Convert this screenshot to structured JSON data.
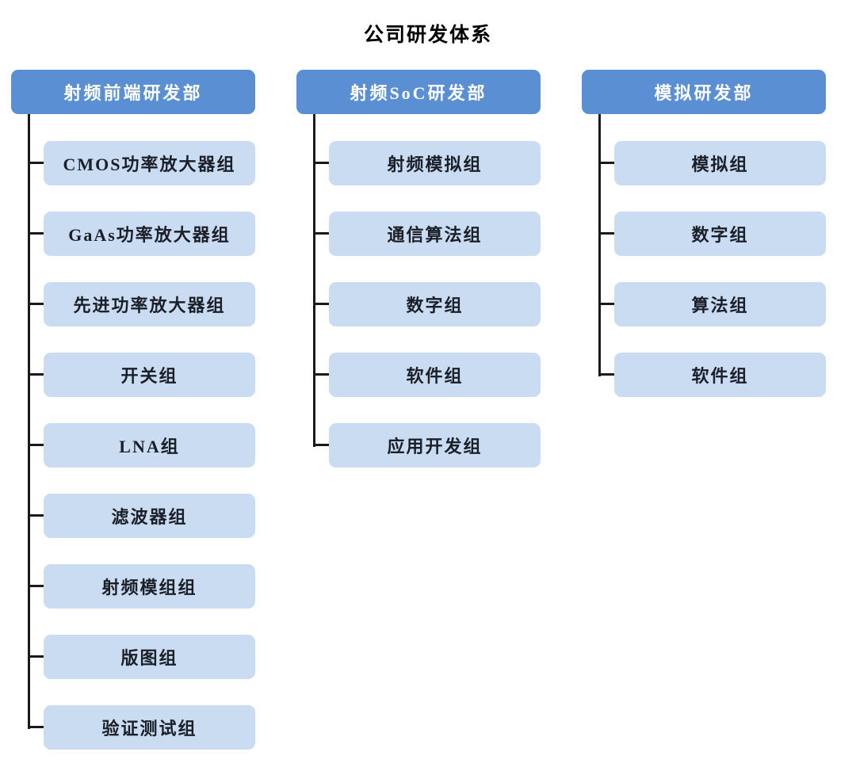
{
  "title": "公司研发体系",
  "colors": {
    "header_bg": "#5B8FD3",
    "header_text": "#ffffff",
    "group_bg": "#C9DCF2",
    "group_text": "#1b1f28",
    "line": "#1a1a1a",
    "background": "#ffffff",
    "title_text": "#000000"
  },
  "departments": [
    {
      "name": "射频前端研发部",
      "groups": [
        "CMOS功率放大器组",
        "GaAs功率放大器组",
        "先进功率放大器组",
        "开关组",
        "LNA组",
        "滤波器组",
        "射频模组组",
        "版图组",
        "验证测试组"
      ]
    },
    {
      "name": "射频SoC研发部",
      "groups": [
        "射频模拟组",
        "通信算法组",
        "数字组",
        "软件组",
        "应用开发组"
      ]
    },
    {
      "name": "模拟研发部",
      "groups": [
        "模拟组",
        "数字组",
        "算法组",
        "软件组"
      ]
    }
  ]
}
